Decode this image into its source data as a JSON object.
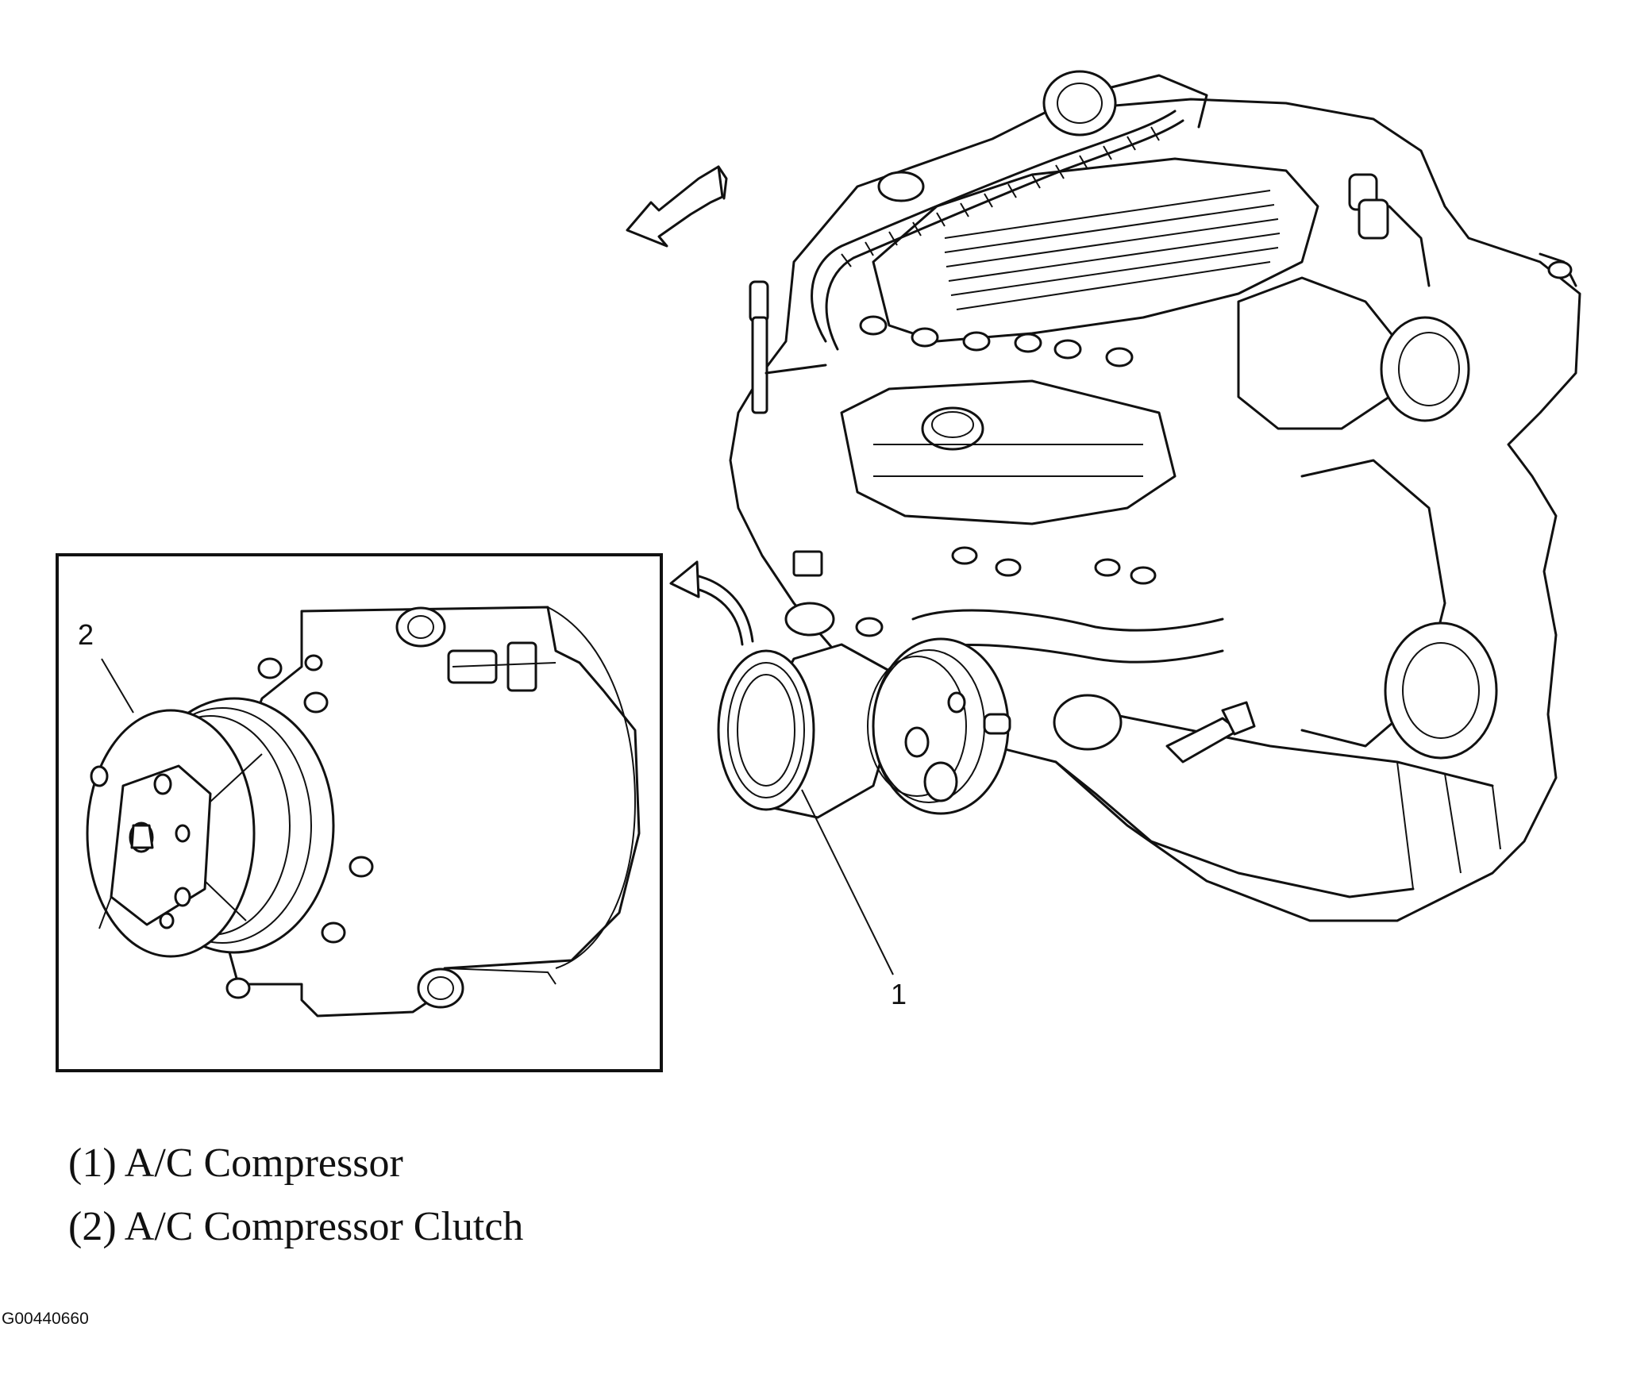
{
  "callouts": {
    "c1": "1",
    "c2": "2"
  },
  "legend": [
    {
      "text": "(1) A/C Compressor"
    },
    {
      "text": "(2) A/C Compressor Clutch"
    }
  ],
  "figure_code": "G00440660"
}
